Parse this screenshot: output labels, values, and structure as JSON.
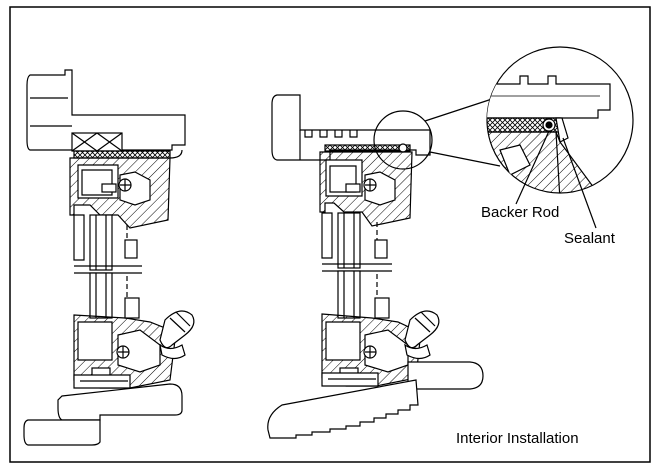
{
  "labels": {
    "backer_rod": "Backer Rod",
    "sealant": "Sealant",
    "caption": "Interior Installation"
  },
  "colors": {
    "line": "#000000",
    "background": "#ffffff"
  }
}
